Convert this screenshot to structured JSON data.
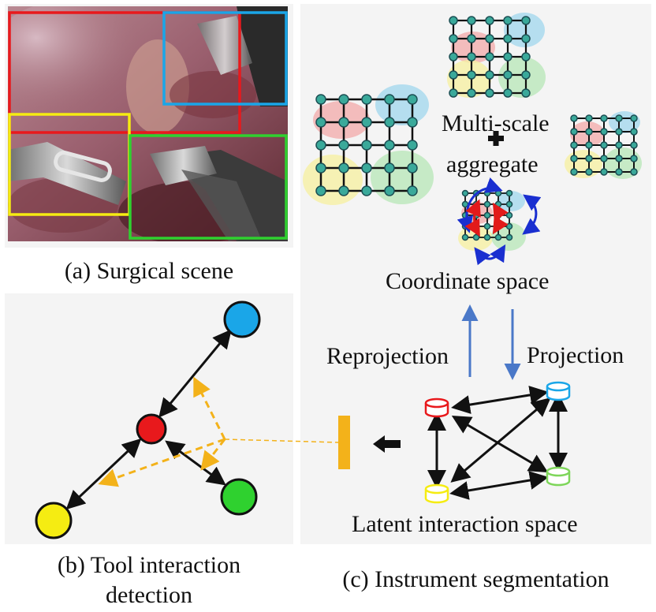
{
  "captions": {
    "a": "(a) Surgical scene",
    "b_line1": "(b) Tool interaction",
    "b_line2": "detection",
    "c": "(c) Instrument segmentation"
  },
  "labels": {
    "multi_scale": "Multi-scale",
    "aggregate": "aggregate",
    "coordinate_space": "Coordinate space",
    "reprojection": "Reprojection",
    "projection": "Projection",
    "latent_space": "Latent interaction space"
  },
  "colors": {
    "red": "#e8191c",
    "blue": "#1aa6e8",
    "yellow": "#f5ec12",
    "green": "#2fd12f",
    "orange": "#f3b21a",
    "arrow_blue": "#4a78c8",
    "panel_bg": "#f4f4f4"
  },
  "icons": {
    "plus": "plus-icon",
    "left_arrow": "left-arrow-icon"
  }
}
